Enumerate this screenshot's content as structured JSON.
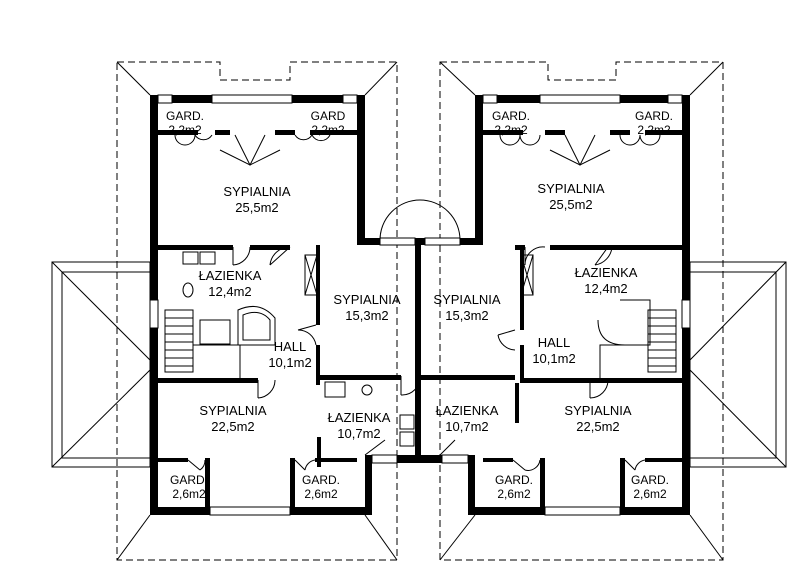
{
  "colors": {
    "wall": "#000000",
    "line": "#000000",
    "background": "#ffffff"
  },
  "rooms": [
    {
      "id": "l-gard-tl",
      "name": "GARD.",
      "area": "2,2m2"
    },
    {
      "id": "l-gard-tr",
      "name": "GARD",
      "area": "2,2m2"
    },
    {
      "id": "l-sypialnia-top",
      "name": "SYPIALNIA",
      "area": "25,5m2"
    },
    {
      "id": "l-lazienka-1",
      "name": "ŁAZIENKA",
      "area": "12,4m2"
    },
    {
      "id": "l-sypialnia-mid",
      "name": "SYPIALNIA",
      "area": "15,3m2"
    },
    {
      "id": "l-hall",
      "name": "HALL",
      "area": "10,1m2"
    },
    {
      "id": "l-sypialnia-bottom",
      "name": "SYPIALNIA",
      "area": "22,5m2"
    },
    {
      "id": "l-lazienka-2",
      "name": "ŁAZIENKA",
      "area": "10,7m2"
    },
    {
      "id": "l-gard-bl",
      "name": "GARD.",
      "area": "2,6m2"
    },
    {
      "id": "l-gard-br",
      "name": "GARD.",
      "area": "2,6m2"
    },
    {
      "id": "r-gard-tl",
      "name": "GARD.",
      "area": "2,2m2"
    },
    {
      "id": "r-gard-tr",
      "name": "GARD.",
      "area": "2,2m2"
    },
    {
      "id": "r-sypialnia-top",
      "name": "SYPIALNIA",
      "area": "25,5m2"
    },
    {
      "id": "r-lazienka-1",
      "name": "ŁAZIENKA",
      "area": "12,4m2"
    },
    {
      "id": "r-sypialnia-mid",
      "name": "SYPIALNIA",
      "area": "15,3m2"
    },
    {
      "id": "r-hall",
      "name": "HALL",
      "area": "10,1m2"
    },
    {
      "id": "r-lazienka-2",
      "name": "ŁAZIENKA",
      "area": "10,7m2"
    },
    {
      "id": "r-sypialnia-bottom",
      "name": "SYPIALNIA",
      "area": "22,5m2"
    },
    {
      "id": "r-gard-bl",
      "name": "GARD.",
      "area": "2,6m2"
    },
    {
      "id": "r-gard-br",
      "name": "GARD.",
      "area": "2,6m2"
    }
  ]
}
